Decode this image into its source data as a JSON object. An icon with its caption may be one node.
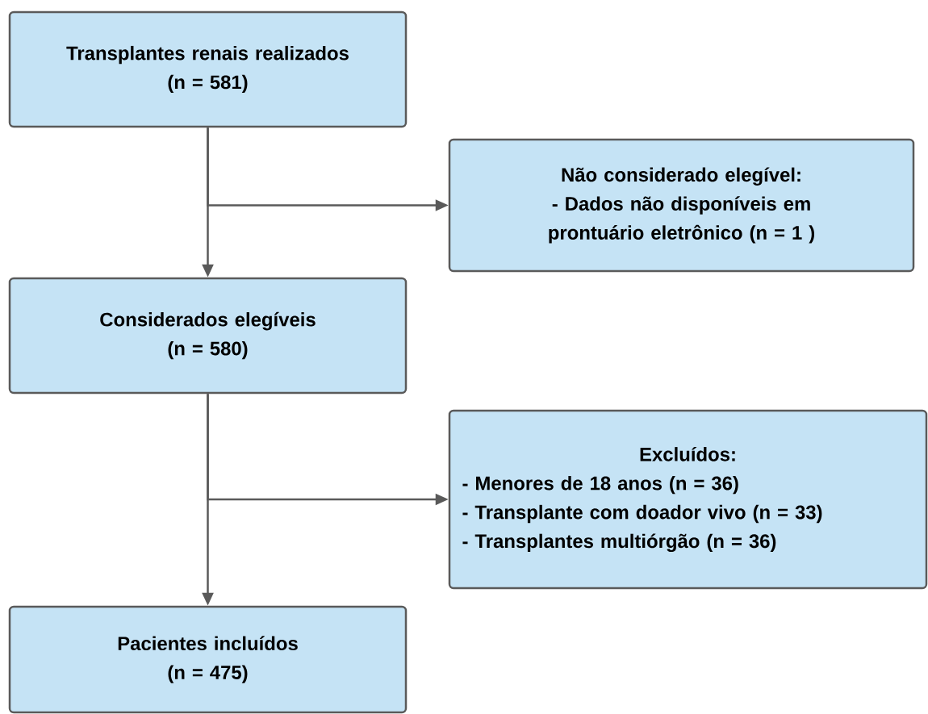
{
  "diagram": {
    "nodes": [
      {
        "text": [
          "Transplantes renais realizados",
          "(n = 581)"
        ]
      },
      {
        "text": [
          "Não considerado elegível:",
          "- Dados não disponíveis em prontuário eletrônico  (n = 1 )"
        ]
      },
      {
        "text": [
          "Considerados elegíveis",
          "(n = 580)"
        ]
      },
      {
        "text": [
          "Excluídos:",
          "- Menores de 18 anos (n = 36)",
          "- Transplante com doador vivo (n = 33)",
          "- Transplantes multiórgão (n = 36)"
        ]
      },
      {
        "text": [
          "Pacientes incluídos",
          "(n = 475)"
        ]
      }
    ],
    "edges": [
      {
        "from": 0,
        "to": 2,
        "arrow": "to"
      },
      {
        "from": 0,
        "to": 1,
        "arrow": "to"
      },
      {
        "from": 2,
        "to": 4,
        "arrow": "to"
      },
      {
        "from": 2,
        "to": 3,
        "arrow": "to"
      }
    ]
  }
}
